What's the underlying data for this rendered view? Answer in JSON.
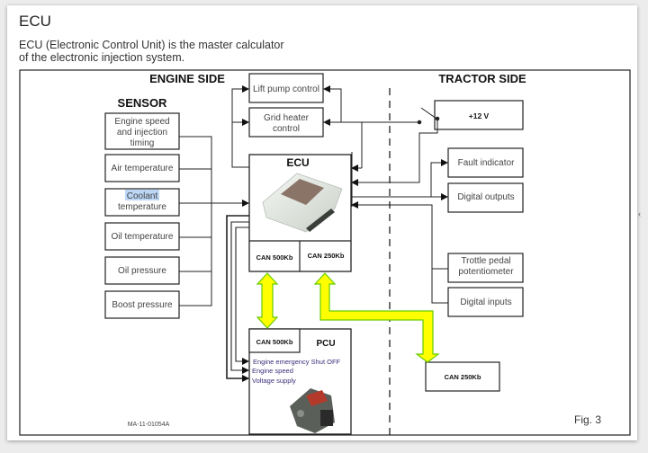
{
  "page": {
    "title": "ECU",
    "description_line1": "ECU (Electronic Control Unit) is the master calculator",
    "description_line2": "of the electronic injection system."
  },
  "diagram": {
    "engine_side_label": "ENGINE SIDE",
    "tractor_side_label": "TRACTOR SIDE",
    "sensor_heading": "SENSOR",
    "sensors": [
      {
        "line1": "Engine speed",
        "line2": "and injection",
        "line3": "timing"
      },
      {
        "line1": "Air temperature"
      },
      {
        "line1": "Coolant",
        "line2": "temperature",
        "highlighted": "Coolant"
      },
      {
        "line1": "Oil temperature"
      },
      {
        "line1": "Oil pressure"
      },
      {
        "line1": "Boost pressure"
      }
    ],
    "actuators": {
      "lift_pump": "Lift pump control",
      "grid_heater_line1": "Grid heater",
      "grid_heater_line2": "control"
    },
    "ecu": {
      "title": "ECU",
      "can_left": "CAN 500Kb",
      "can_right": "CAN 250Kb"
    },
    "pcu": {
      "title": "PCU",
      "can": "CAN 500Kb",
      "inputs": [
        "Engine emergency Shut OFF",
        "Engine speed",
        "Voltage supply"
      ]
    },
    "tractor": {
      "power": "+12 V",
      "fault_indicator": "Fault indicator",
      "digital_outputs": "Digital outputs",
      "throttle_line1": "Trottle pedal",
      "throttle_line2": "potentiometer",
      "digital_inputs": "Digital inputs",
      "can_bus": "CAN 250Kb"
    },
    "ref_code": "MA-11-01054A",
    "figure_label": "Fig. 3",
    "can_arrow_color": "#ffff00",
    "can_arrow_outline": "#66cc00",
    "highlight_color": "#bcd6f5"
  }
}
